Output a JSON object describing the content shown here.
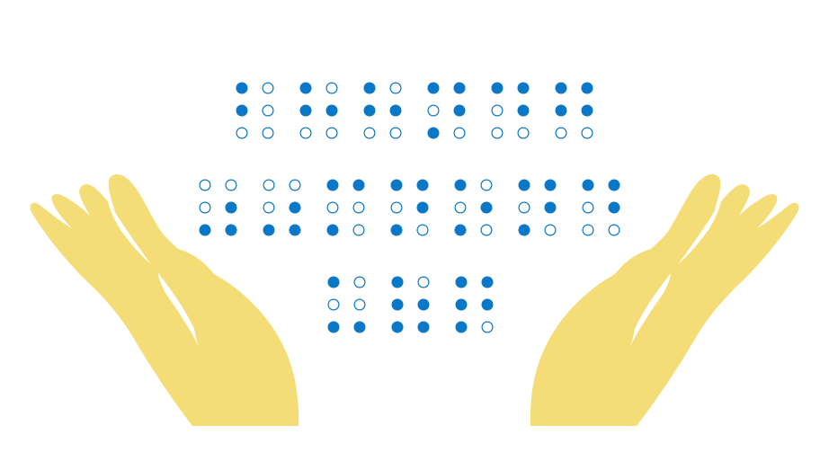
{
  "colors": {
    "dot": "#0a78c6",
    "hand": "#f4dc77",
    "background": "#ffffff"
  },
  "braille": {
    "rows": [
      {
        "cells": [
          "101000",
          "101100",
          "101100",
          "110110",
          "110100",
          "111100"
        ]
      },
      {
        "cells": [
          "000111",
          "000111",
          "110010",
          "110110",
          "100110",
          "110110",
          "110100"
        ]
      },
      {
        "cells": [
          "100011",
          "101111",
          "111110"
        ]
      }
    ]
  }
}
